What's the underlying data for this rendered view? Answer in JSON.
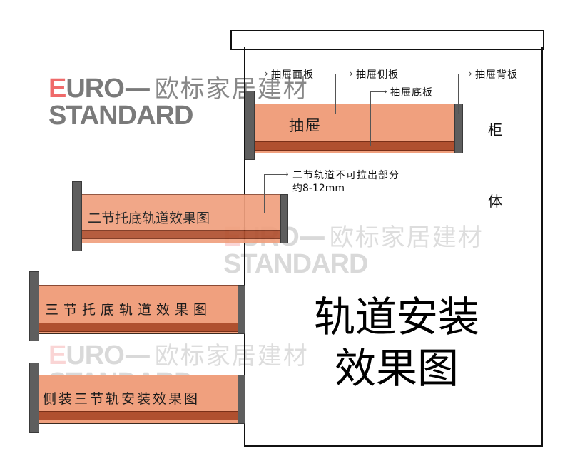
{
  "watermark": {
    "euro_e": "E",
    "euro_rest": "URO",
    "dash": "—",
    "brand_cn": "欧标家居建材",
    "standard": "STANDARD",
    "colors": {
      "e_red": "#ef6a6a",
      "gray": "#7a7a7a"
    }
  },
  "cabinet": {
    "char_top": "柜",
    "char_bottom": "体"
  },
  "drawer": {
    "label": "抽屉",
    "callouts": {
      "front_panel": "抽屉面板",
      "side_panel": "抽屉侧板",
      "bottom_panel": "抽屉底板",
      "back_panel": "抽屉背板"
    }
  },
  "rails": [
    {
      "label": "二节托底轨道效果图"
    },
    {
      "label": "三节托底轨道效果图"
    },
    {
      "label": "侧装三节轨安装效果图"
    }
  ],
  "note": {
    "line1": "二节轨道不可拉出部分",
    "line2": "约8-12mm"
  },
  "title": {
    "line1": "轨道安装",
    "line2": "效果图"
  },
  "colors": {
    "drawer_body": "#f0a07e",
    "drawer_bottom_strip": "#b0502f",
    "panel": "#5e5e5e",
    "outline": "#111111"
  }
}
